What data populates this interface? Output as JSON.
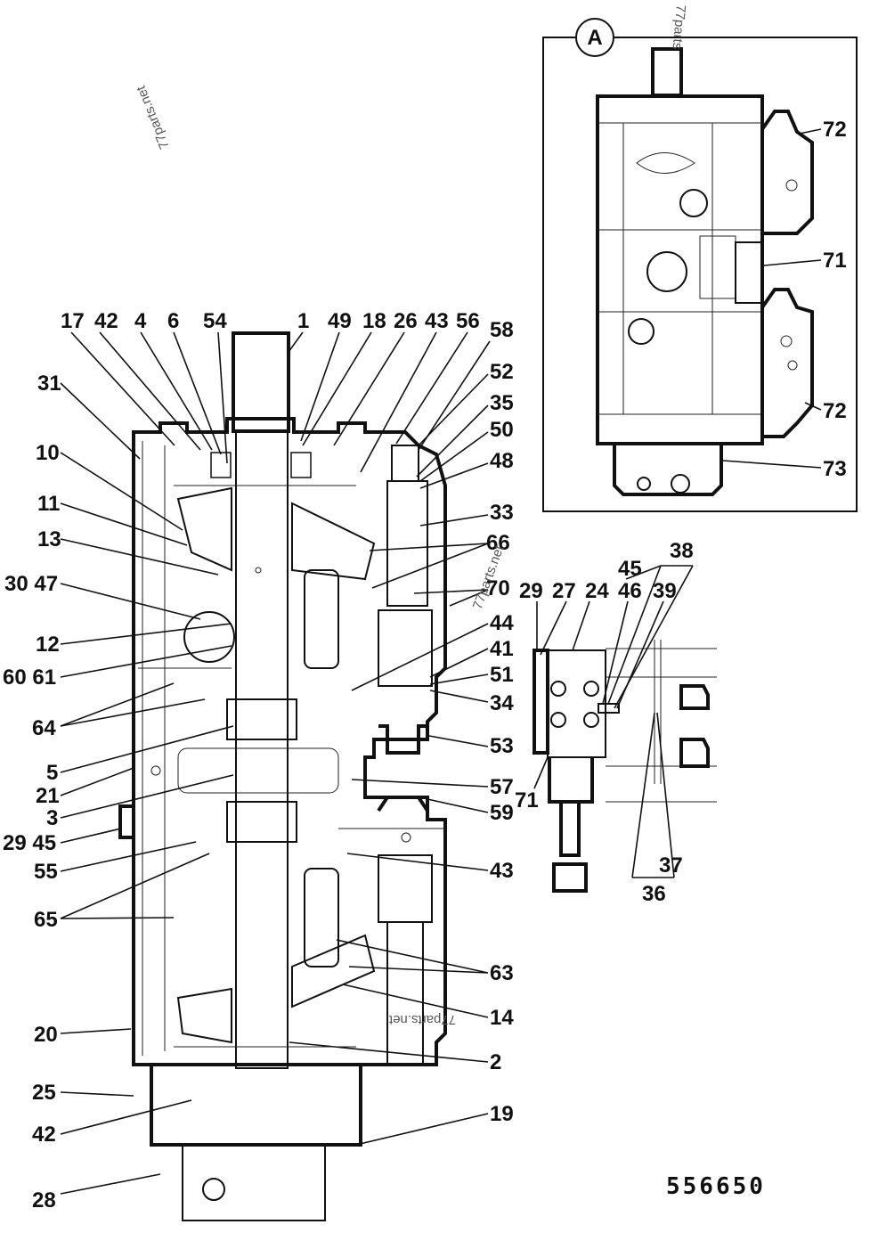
{
  "drawing_number": "556650",
  "detail_view": {
    "label": "A",
    "callouts": [
      "72",
      "71",
      "72",
      "73"
    ]
  },
  "watermarks": [
    "77parts.net",
    "77parts",
    "77parts.net",
    "77parts.net"
  ],
  "main_view": {
    "top_callouts": [
      "17",
      "42",
      "4",
      "6",
      "54",
      "1",
      "49",
      "18",
      "26",
      "43",
      "56",
      "58"
    ],
    "left_callouts": [
      "31",
      "10",
      "11",
      "13",
      "30 47",
      "12",
      "60 61",
      "64",
      "5",
      "21",
      "3",
      "29 45",
      "55",
      "65",
      "20",
      "25",
      "42",
      "28"
    ],
    "right_callouts": [
      "52",
      "35",
      "50",
      "48",
      "33",
      "66",
      "70",
      "44",
      "41",
      "51",
      "34",
      "53",
      "57",
      "59",
      "43",
      "63",
      "14",
      "2",
      "19"
    ]
  },
  "valve_view": {
    "top_callouts": [
      "29",
      "27",
      "24",
      "45",
      "46",
      "38",
      "39"
    ],
    "bottom_callouts": [
      "71",
      "37",
      "36"
    ]
  }
}
